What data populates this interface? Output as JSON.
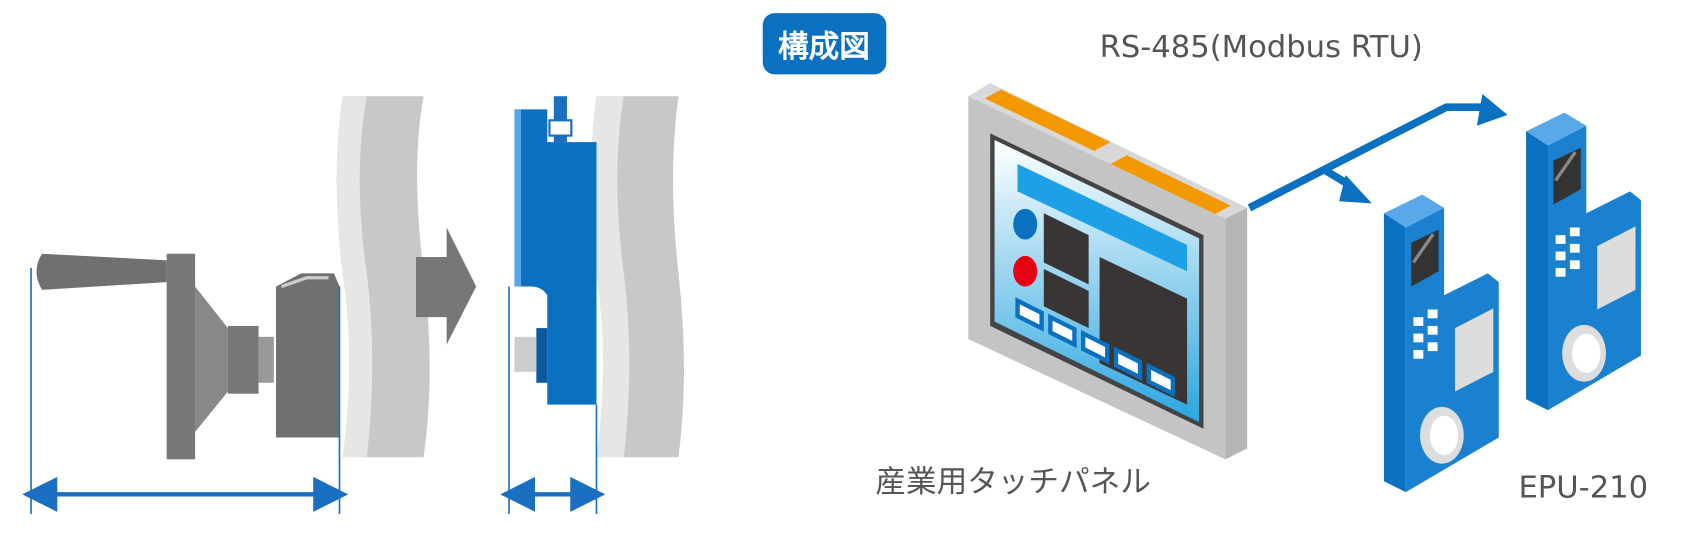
{
  "badge": {
    "label": "構成図"
  },
  "labels": {
    "protocol": "RS-485(Modbus RTU)",
    "panel": "産業用タッチパネル",
    "device": "EPU-210"
  },
  "colors": {
    "accent_blue": "#0a70c0",
    "dimension_blue": "#1a6fc0",
    "orange": "#f39800",
    "gray": "#777777",
    "wall": "#c8c8c8"
  }
}
